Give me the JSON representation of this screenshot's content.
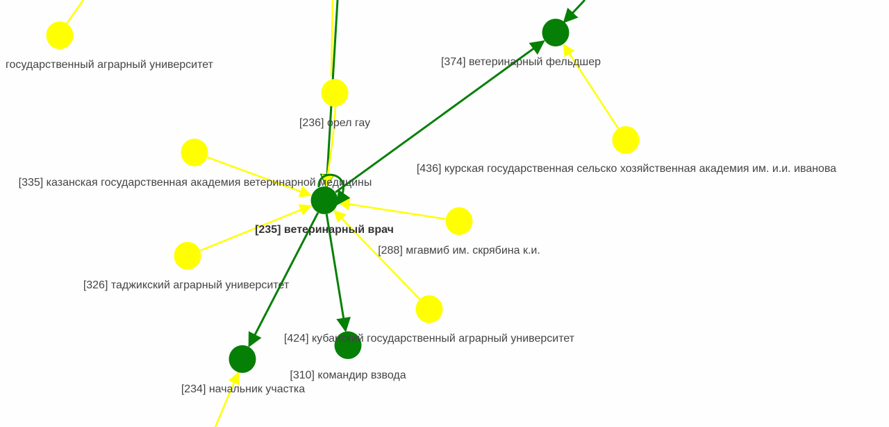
{
  "graph": {
    "colors": {
      "green": "#067f06",
      "yellow": "#ffff00",
      "label": "#444444"
    },
    "nodes": [
      {
        "id": "tl",
        "label": "государственный аграрный университет",
        "color": "yellow",
        "partial": true
      },
      {
        "id": "236",
        "label": "[236] орел гау",
        "color": "yellow"
      },
      {
        "id": "374",
        "label": "[374] ветеринарный фельдшер",
        "color": "green"
      },
      {
        "id": "436",
        "label": "[436] курская государственная сельско хозяйственная академия им. и.и. иванова",
        "color": "yellow"
      },
      {
        "id": "335",
        "label": "[335] казанская государственная академия ветеринарной медицины",
        "color": "yellow"
      },
      {
        "id": "235",
        "label": "[235] ветеринарный врач",
        "color": "green",
        "selected": true
      },
      {
        "id": "288",
        "label": "[288] мгавмиб им. скрябина к.и.",
        "color": "yellow"
      },
      {
        "id": "326",
        "label": "[326] таджикский аграрный университет",
        "color": "yellow"
      },
      {
        "id": "424",
        "label": "[424] кубанский государственный аграрный университет",
        "color": "yellow"
      },
      {
        "id": "310",
        "label": "[310] командир взвода",
        "color": "green"
      },
      {
        "id": "234",
        "label": "[234] начальник участка",
        "color": "green"
      }
    ],
    "edges": [
      {
        "from": "236",
        "to": "235",
        "color": "yellow"
      },
      {
        "from": "335",
        "to": "235",
        "color": "yellow"
      },
      {
        "from": "326",
        "to": "235",
        "color": "yellow"
      },
      {
        "from": "288",
        "to": "235",
        "color": "yellow"
      },
      {
        "from": "424",
        "to": "235",
        "color": "yellow"
      },
      {
        "from": "436",
        "to": "374",
        "color": "yellow"
      },
      {
        "from": "235",
        "to": "374",
        "color": "green"
      },
      {
        "from": "235",
        "to": "234",
        "color": "green"
      },
      {
        "from": "235",
        "to": "310",
        "color": "green"
      },
      {
        "from": "235",
        "to": "235",
        "color": "green"
      }
    ]
  }
}
